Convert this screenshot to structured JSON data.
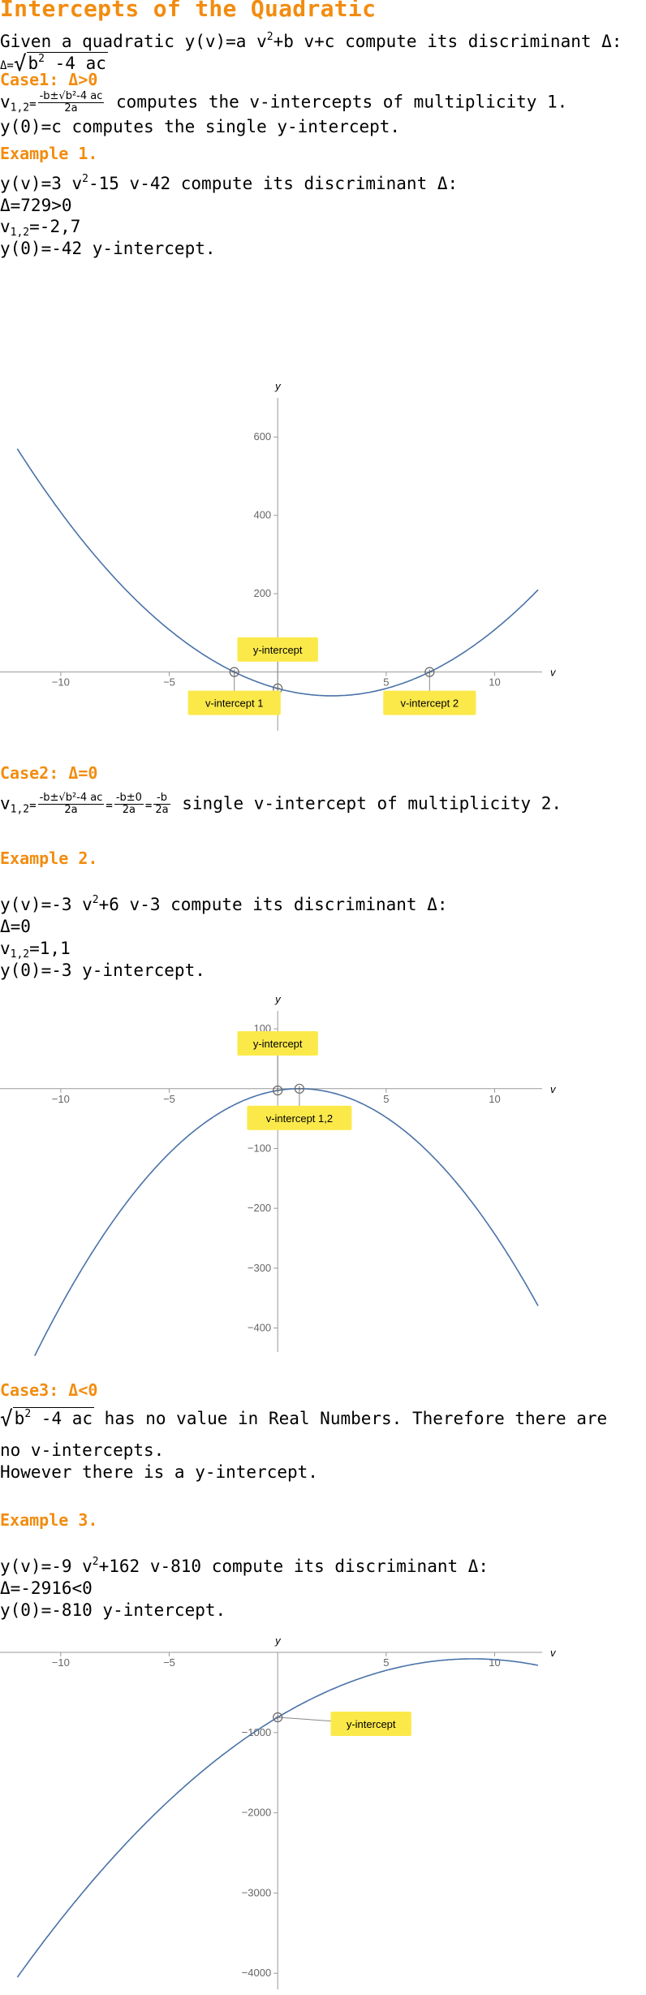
{
  "title": "Intercepts of the Quadratic",
  "intro": {
    "lead": "Given a quadratic ",
    "func": "y(v)=a v",
    "func_tail": "+b v+c compute its discriminant Δ:",
    "disc_lhs": "Δ=",
    "disc_rad": "b",
    "disc_tail": "-4 ac",
    "exp2": "2"
  },
  "case1": {
    "heading": "Case1: Δ>0",
    "v12": "v",
    "v12_sub": "1,2",
    "eq": "=",
    "num": "-b±√b²-4 ac",
    "den": "2a",
    "text1": "computes the v-intercepts of multiplicity 1.",
    "text2": "y(0)=c computes the single y-intercept."
  },
  "example1": {
    "heading": "Example 1.",
    "line1a": "y(v)=3 v",
    "line1b": "-15 v-42 compute its discriminant Δ:",
    "line2": "Δ=729>0",
    "line3": "-2,7",
    "line4": "y(0)=-42  y-intercept."
  },
  "case2": {
    "heading": "Case2: Δ=0",
    "num1": "-b±√b²-4 ac",
    "den1": "2a",
    "num2": "-b±0",
    "den2": "2a",
    "num3": "-b",
    "den3": "2a",
    "text": "single v-intercept of multiplicity 2."
  },
  "example2": {
    "heading": "Example 2.",
    "line1a": "y(v)=-3 v",
    "line1b": "+6 v-3 compute its discriminant Δ:",
    "line2": "Δ=0",
    "line3": "=1,1",
    "line4": "y(0)=-3  y-intercept."
  },
  "case3": {
    "heading": "Case3: Δ<0",
    "rad": "b",
    "rad_tail": "-4 ac",
    "text1": "has no value in Real Numbers. Therefore there are",
    "text2": "no v-intercepts.",
    "text3": "However there is a y-intercept."
  },
  "example3": {
    "heading": "Example 3.",
    "line1a": "y(v)=-9 v",
    "line1b": "+162 v-810 compute its discriminant Δ:",
    "line2": "Δ=-2916<0",
    "line3": "y(0)=-810 y-intercept."
  },
  "chart_data": [
    {
      "type": "line",
      "function": "3v^2-15v-42",
      "coefficients": [
        3,
        -15,
        -42
      ],
      "xlabel": "v",
      "ylabel": "y",
      "xlim": [
        -12.5,
        12
      ],
      "ylim": [
        -150,
        700
      ],
      "xticks": [
        -10,
        -5,
        5,
        10
      ],
      "yticks": [
        200,
        400,
        600
      ],
      "color": "#4a72a8",
      "annotations": [
        {
          "label": "y-intercept",
          "x": 0,
          "y": -42
        },
        {
          "label": "v-intercept 1",
          "x": -2,
          "y": 0
        },
        {
          "label": "v-intercept 2",
          "x": 7,
          "y": 0
        }
      ]
    },
    {
      "type": "line",
      "function": "-3v^2+6v-3",
      "coefficients": [
        -3,
        6,
        -3
      ],
      "xlabel": "v",
      "ylabel": "y",
      "xlim": [
        -12.5,
        12
      ],
      "ylim": [
        -440,
        130
      ],
      "xticks": [
        -10,
        -5,
        5,
        10
      ],
      "yticks": [
        100,
        -100,
        -200,
        -300,
        -400
      ],
      "color": "#4a72a8",
      "annotations": [
        {
          "label": "y-intercept",
          "x": 0,
          "y": -3
        },
        {
          "label": "v-intercept 1,2",
          "x": 1,
          "y": 0
        }
      ]
    },
    {
      "type": "line",
      "function": "-9v^2+162v-810",
      "coefficients": [
        -9,
        162,
        -810
      ],
      "xlabel": "v",
      "ylabel": "y",
      "xlim": [
        -12.5,
        12
      ],
      "ylim": [
        -4200,
        0
      ],
      "xticks": [
        -10,
        -5,
        5,
        10
      ],
      "yticks": [
        -1000,
        -2000,
        -3000,
        -4000
      ],
      "color": "#4a72a8",
      "annotations": [
        {
          "label": "y-intercept",
          "x": 0,
          "y": -810
        }
      ]
    }
  ]
}
